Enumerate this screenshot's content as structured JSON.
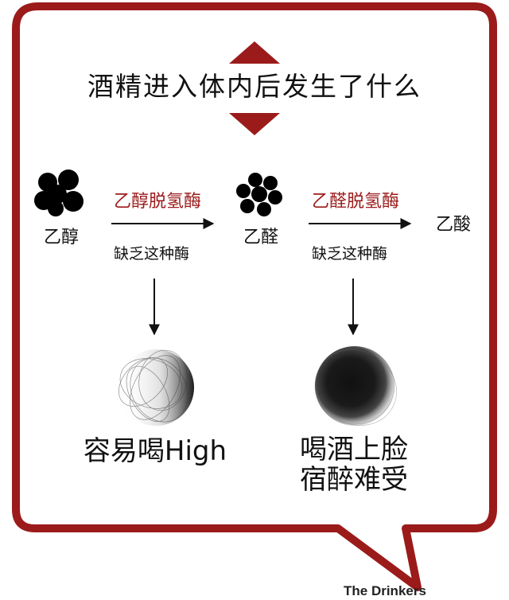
{
  "title": "酒精进入体内后发生了什么",
  "compounds": {
    "ethanol": "乙醇",
    "acetaldehyde": "乙醛",
    "acetic_acid": "乙酸"
  },
  "enzymes": {
    "adh": "乙醇脱氢酶",
    "aldh": "乙醛脱氢酶"
  },
  "lack_labels": {
    "left": "缺乏这种酶",
    "right": "缺乏这种酶"
  },
  "effects": {
    "left": "容易喝High",
    "right_line1": "喝酒上脸",
    "right_line2": "宿醉难受"
  },
  "brand": "The Drinkers",
  "colors": {
    "frame": "#9b1b1b",
    "accent": "#9b1b1b",
    "ink": "#111111"
  }
}
